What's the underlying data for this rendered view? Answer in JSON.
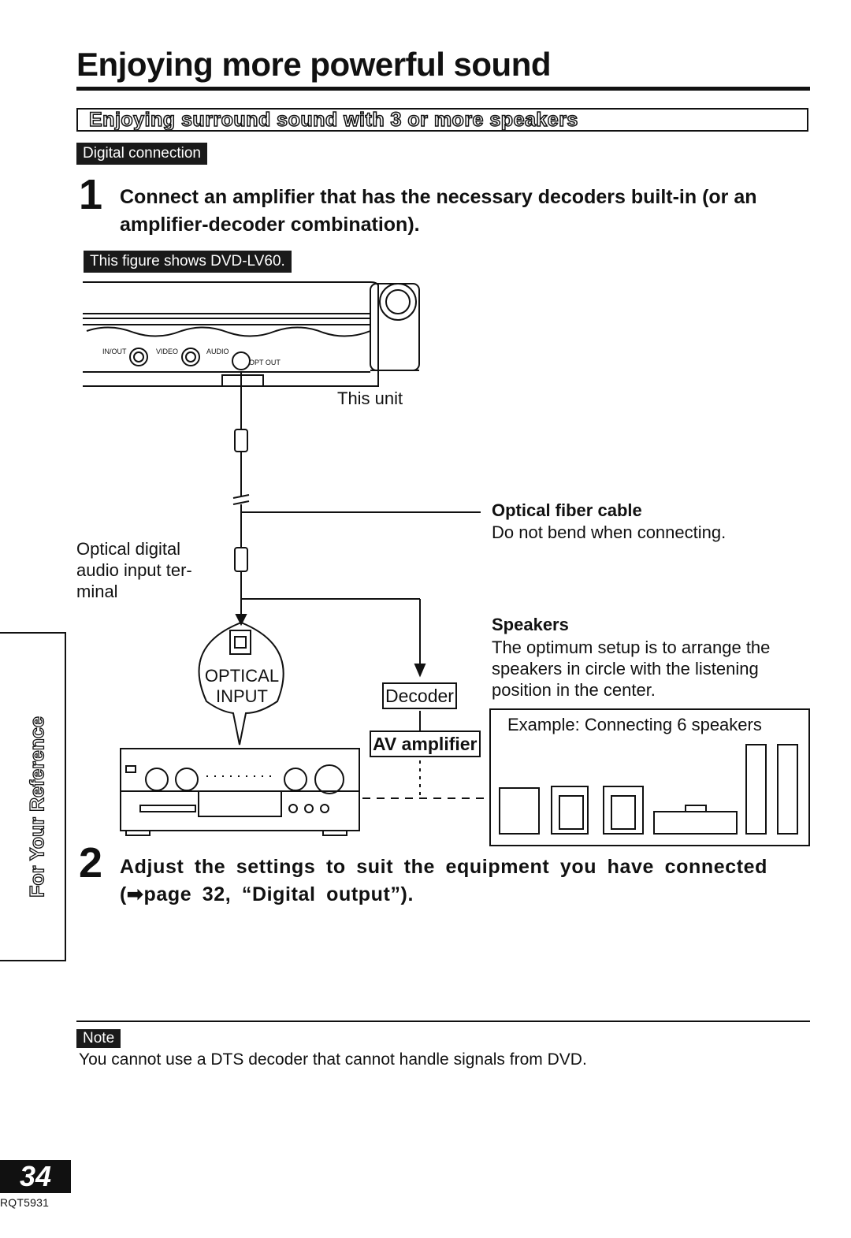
{
  "title": "Enjoying more powerful sound",
  "section_heading": "Enjoying surround sound with 3 or more speakers",
  "digital_tag": "Digital connection",
  "step1": {
    "number": "1",
    "text": "Connect an amplifier that has the necessary decoders built-in (or an amplifier-decoder combination)."
  },
  "figure_tag": "This figure shows DVD-LV60.",
  "diagram": {
    "this_unit": "This unit",
    "fiber_title": "Optical fiber cable",
    "fiber_desc": "Do not bend when connecting.",
    "terminal": "Optical digital audio input ter-minal",
    "optical_input": "OPTICAL INPUT",
    "speakers_title": "Speakers",
    "speakers_desc": "The optimum setup is to arrange the speakers in circle with the listening position in the center.",
    "decoder": "Decoder",
    "av_amplifier": "AV amplifier",
    "example": "Example: Connecting 6 speakers",
    "unit_jacks": [
      "IN/OUT",
      "VIDEO",
      "AUDIO",
      "OPT OUT"
    ]
  },
  "step2": {
    "number": "2",
    "text": "Adjust the settings to suit the equipment you have connected (➡page 32, “Digital output”)."
  },
  "side_tab": "For Your Reference",
  "note_tag": "Note",
  "note_text": "You cannot use a DTS decoder that cannot handle signals from DVD.",
  "page_number": "34",
  "doc_code": "RQT5931"
}
